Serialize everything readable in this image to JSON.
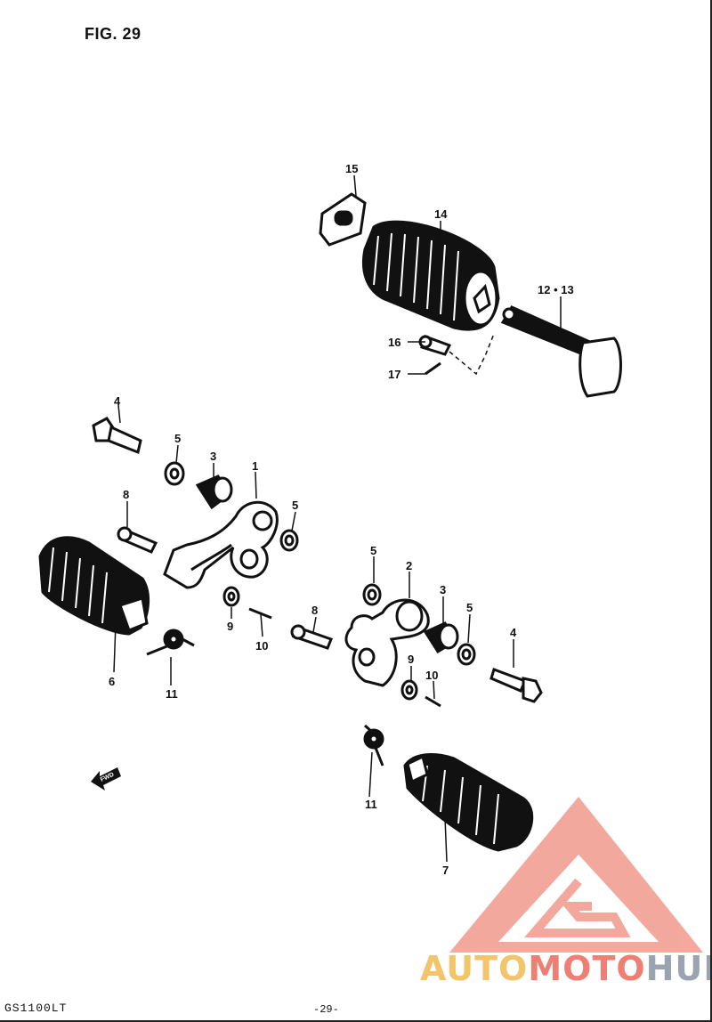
{
  "figure": {
    "title": "FIG. 29"
  },
  "footer": {
    "model": "GS1100LT",
    "page": "-29-"
  },
  "watermark": {
    "part1": "AUTO",
    "part2": "MOTO",
    "part3": "HUB",
    "colors": {
      "accent_yellow": "#f2c56b",
      "accent_red": "#ef7f73",
      "accent_gray": "#9aa3b2"
    }
  },
  "fwd_marker": {
    "label": "FWD"
  },
  "callouts": [
    {
      "id": "c15",
      "text": "15"
    },
    {
      "id": "c14",
      "text": "14"
    },
    {
      "id": "c1213",
      "text": "12 • 13"
    },
    {
      "id": "c16",
      "text": "16"
    },
    {
      "id": "c17",
      "text": "17"
    },
    {
      "id": "c4a",
      "text": "4"
    },
    {
      "id": "c5a",
      "text": "5"
    },
    {
      "id": "c3a",
      "text": "3"
    },
    {
      "id": "c1",
      "text": "1"
    },
    {
      "id": "c8a",
      "text": "8"
    },
    {
      "id": "c5b",
      "text": "5"
    },
    {
      "id": "c6",
      "text": "6"
    },
    {
      "id": "c9a",
      "text": "9"
    },
    {
      "id": "c10a",
      "text": "10"
    },
    {
      "id": "c11a",
      "text": "11"
    },
    {
      "id": "c5c",
      "text": "5"
    },
    {
      "id": "c2",
      "text": "2"
    },
    {
      "id": "c3b",
      "text": "3"
    },
    {
      "id": "c5d",
      "text": "5"
    },
    {
      "id": "c8b",
      "text": "8"
    },
    {
      "id": "c4b",
      "text": "4"
    },
    {
      "id": "c9b",
      "text": "9"
    },
    {
      "id": "c10b",
      "text": "10"
    },
    {
      "id": "c11b",
      "text": "11"
    },
    {
      "id": "c7",
      "text": "7"
    }
  ]
}
